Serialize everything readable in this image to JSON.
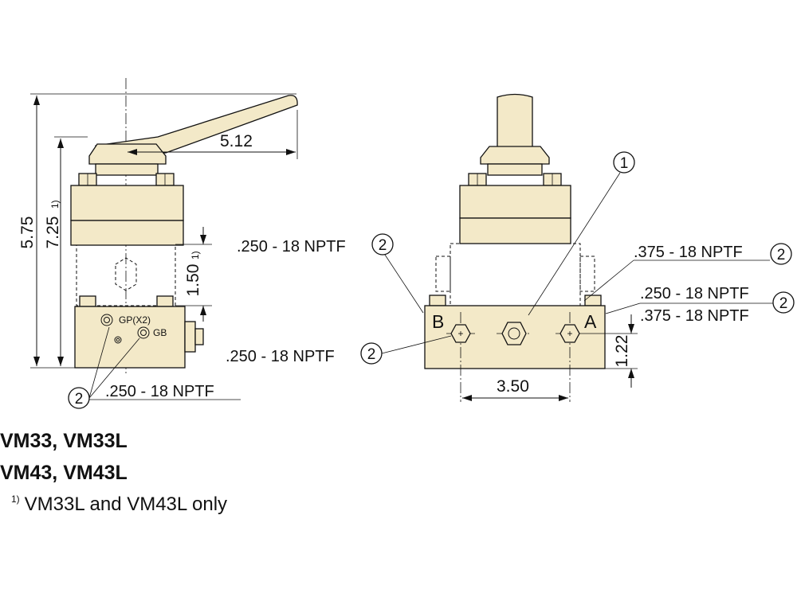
{
  "dimensions": {
    "overall_height": "5.75",
    "overall_height_lever": "7.25",
    "lever_reach": "5.12",
    "body_height": "1.50",
    "port_spacing": "3.50",
    "port_height": "1.22",
    "footnote_marker": "1)"
  },
  "port_labels": {
    "side_gauge": "GP(X2)",
    "side_base": "GB",
    "port_b": "B",
    "port_a": "A"
  },
  "callouts": {
    "item_1": "1",
    "item_2": "2",
    "side_thread": ".250 - 18 NPTF",
    "upper_left_thread": ".250 - 18 NPTF",
    "upper_right_thread": ".375 - 18 NPTF",
    "right_thread_1": ".250 - 18 NPTF",
    "right_thread_2": ".375 - 18 NPTF",
    "lower_left_thread": ".250 - 18 NPTF"
  },
  "models": {
    "line1": "VM33, VM33L",
    "line2": "VM43, VM43L"
  },
  "footnote": {
    "marker": "1)",
    "text": "VM33L and VM43L only"
  },
  "colors": {
    "part_fill": "#f3e9c8",
    "outline": "#111111"
  }
}
